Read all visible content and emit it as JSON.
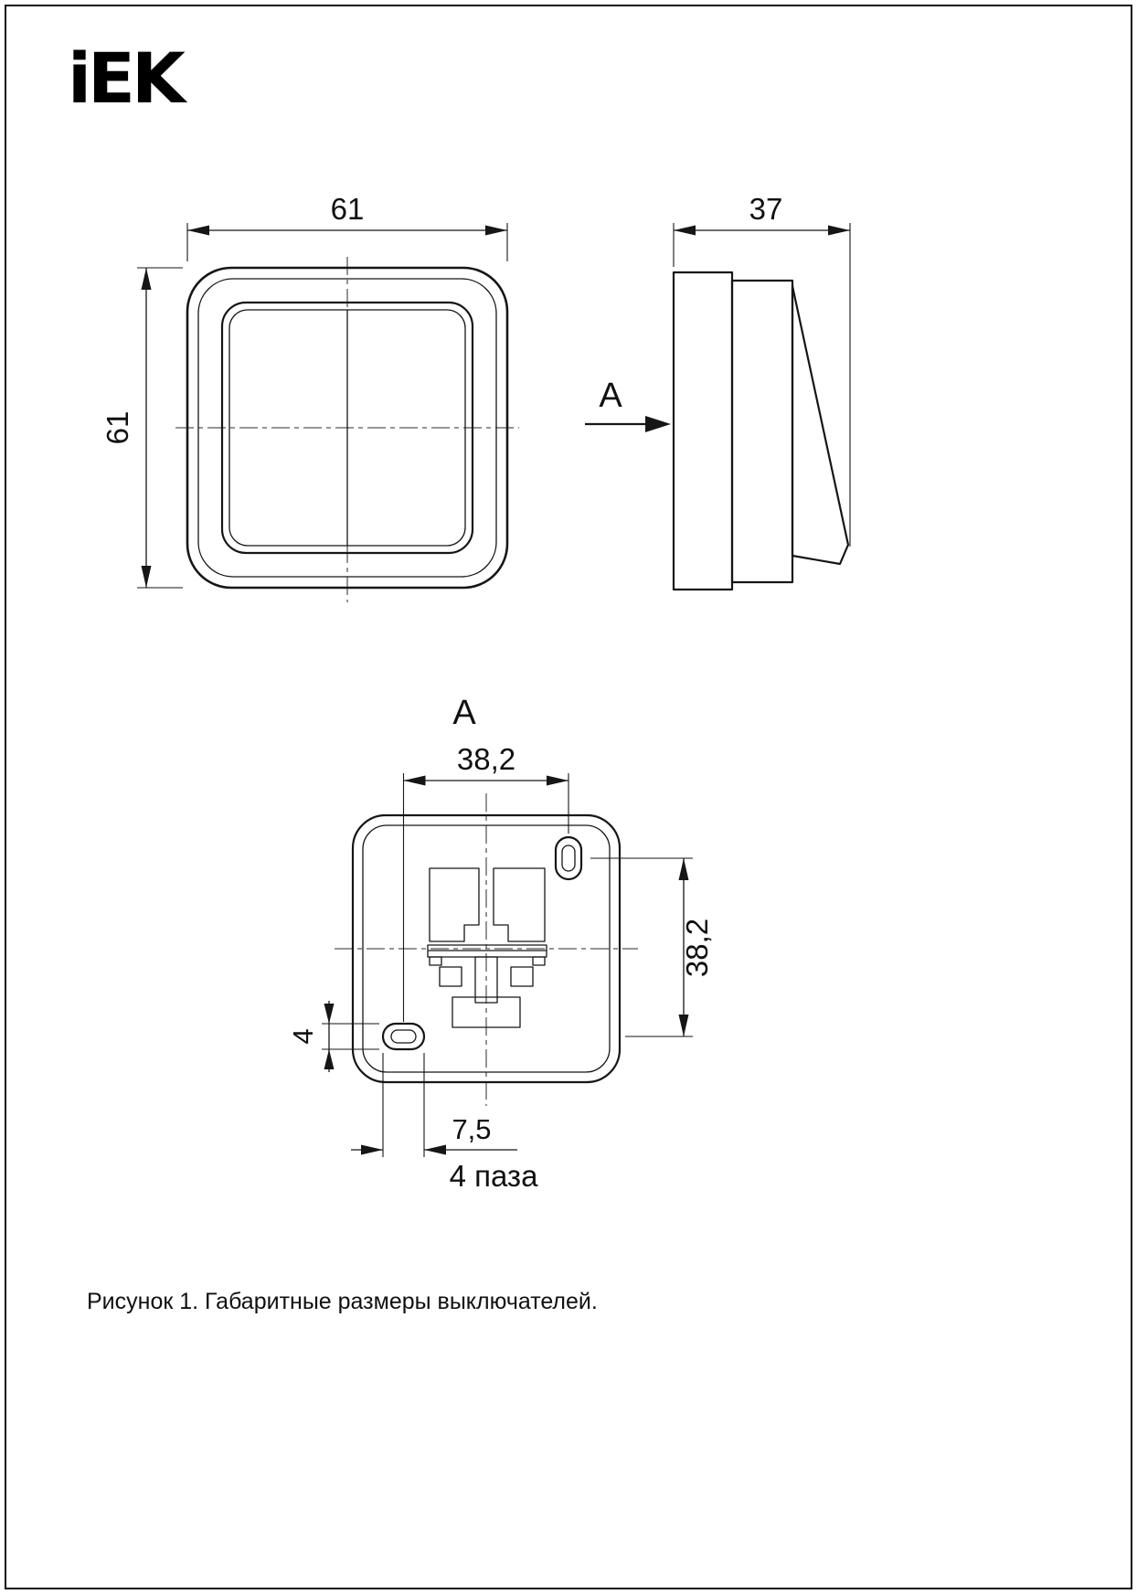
{
  "logo": {
    "text": "iEK"
  },
  "caption": "Рисунок 1. Габаритные размеры выключателей.",
  "front_view": {
    "width": "61",
    "height": "61"
  },
  "side_view": {
    "depth": "37",
    "view_label": "А"
  },
  "rear_view": {
    "view_label": "А",
    "spacing_x": "38,2",
    "spacing_y": "38,2",
    "slot_height": "4",
    "slot_width": "7,5",
    "slot_note": "4 паза"
  }
}
